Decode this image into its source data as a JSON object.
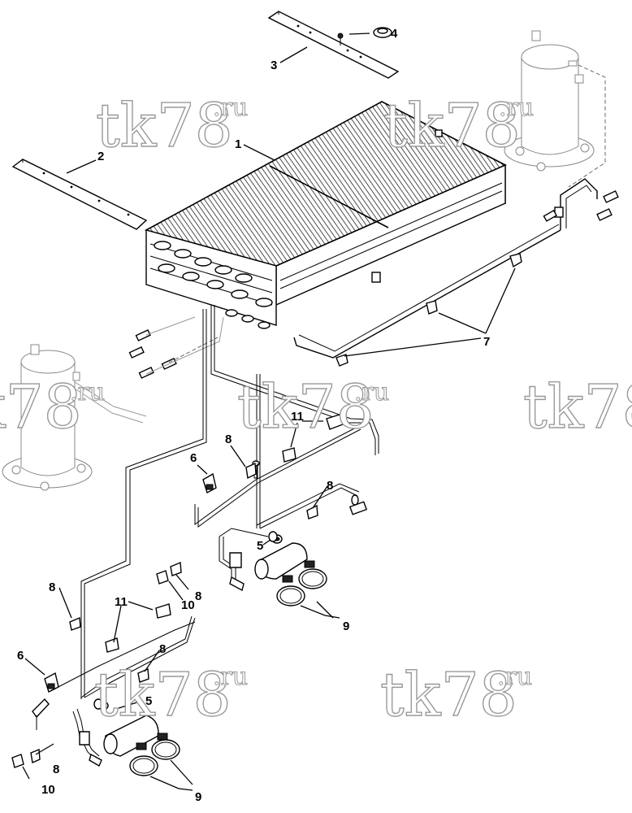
{
  "diagram": {
    "callouts": {
      "c1": "1",
      "c2": "2",
      "c3": "3",
      "c4": "4",
      "c5a": "5",
      "c5b": "5",
      "c6a": "6",
      "c6b": "6",
      "c7": "7",
      "c8a": "8",
      "c8b": "8",
      "c8c": "8",
      "c8d": "8",
      "c8e": "8",
      "c8f": "8",
      "c9a": "9",
      "c9b": "9",
      "c10a": "10",
      "c10b": "10",
      "c11a": "11",
      "c11b": "11"
    },
    "watermark": {
      "main": "tk78",
      "suffix": ".ru"
    }
  }
}
